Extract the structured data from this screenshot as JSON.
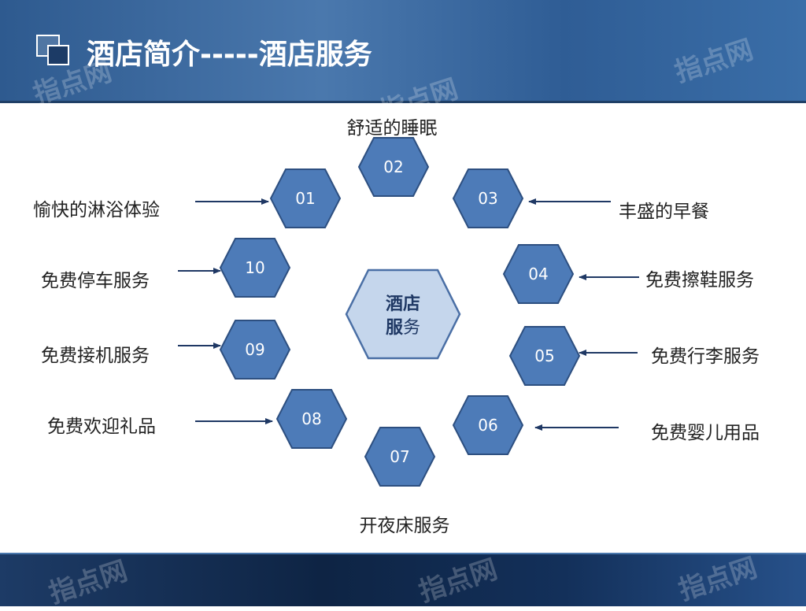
{
  "header": {
    "title": "酒店简介-----酒店服务",
    "watermark": "指点网"
  },
  "diagram": {
    "center": {
      "line1": "酒店",
      "line2_bold": "服",
      "line2_rest": "务"
    },
    "nodes": [
      {
        "id": "01",
        "label": "愉快的淋浴体验"
      },
      {
        "id": "02",
        "label": "舒适的睡眠"
      },
      {
        "id": "03",
        "label": "丰盛的早餐"
      },
      {
        "id": "04",
        "label": "免费擦鞋服务"
      },
      {
        "id": "05",
        "label": "免费行李服务"
      },
      {
        "id": "06",
        "label": "免费婴儿用品"
      },
      {
        "id": "07",
        "label": "开夜床服务"
      },
      {
        "id": "08",
        "label": "免费欢迎礼品"
      },
      {
        "id": "09",
        "label": "免费接机服务"
      },
      {
        "id": "10",
        "label": "免费停车服务"
      }
    ]
  },
  "colors": {
    "hex_fill": "#4d7bb8",
    "hex_stroke": "#2d4f80",
    "center_fill": "#c5d6ec",
    "center_text": "#1f3864",
    "arrow": "#1f3864"
  }
}
